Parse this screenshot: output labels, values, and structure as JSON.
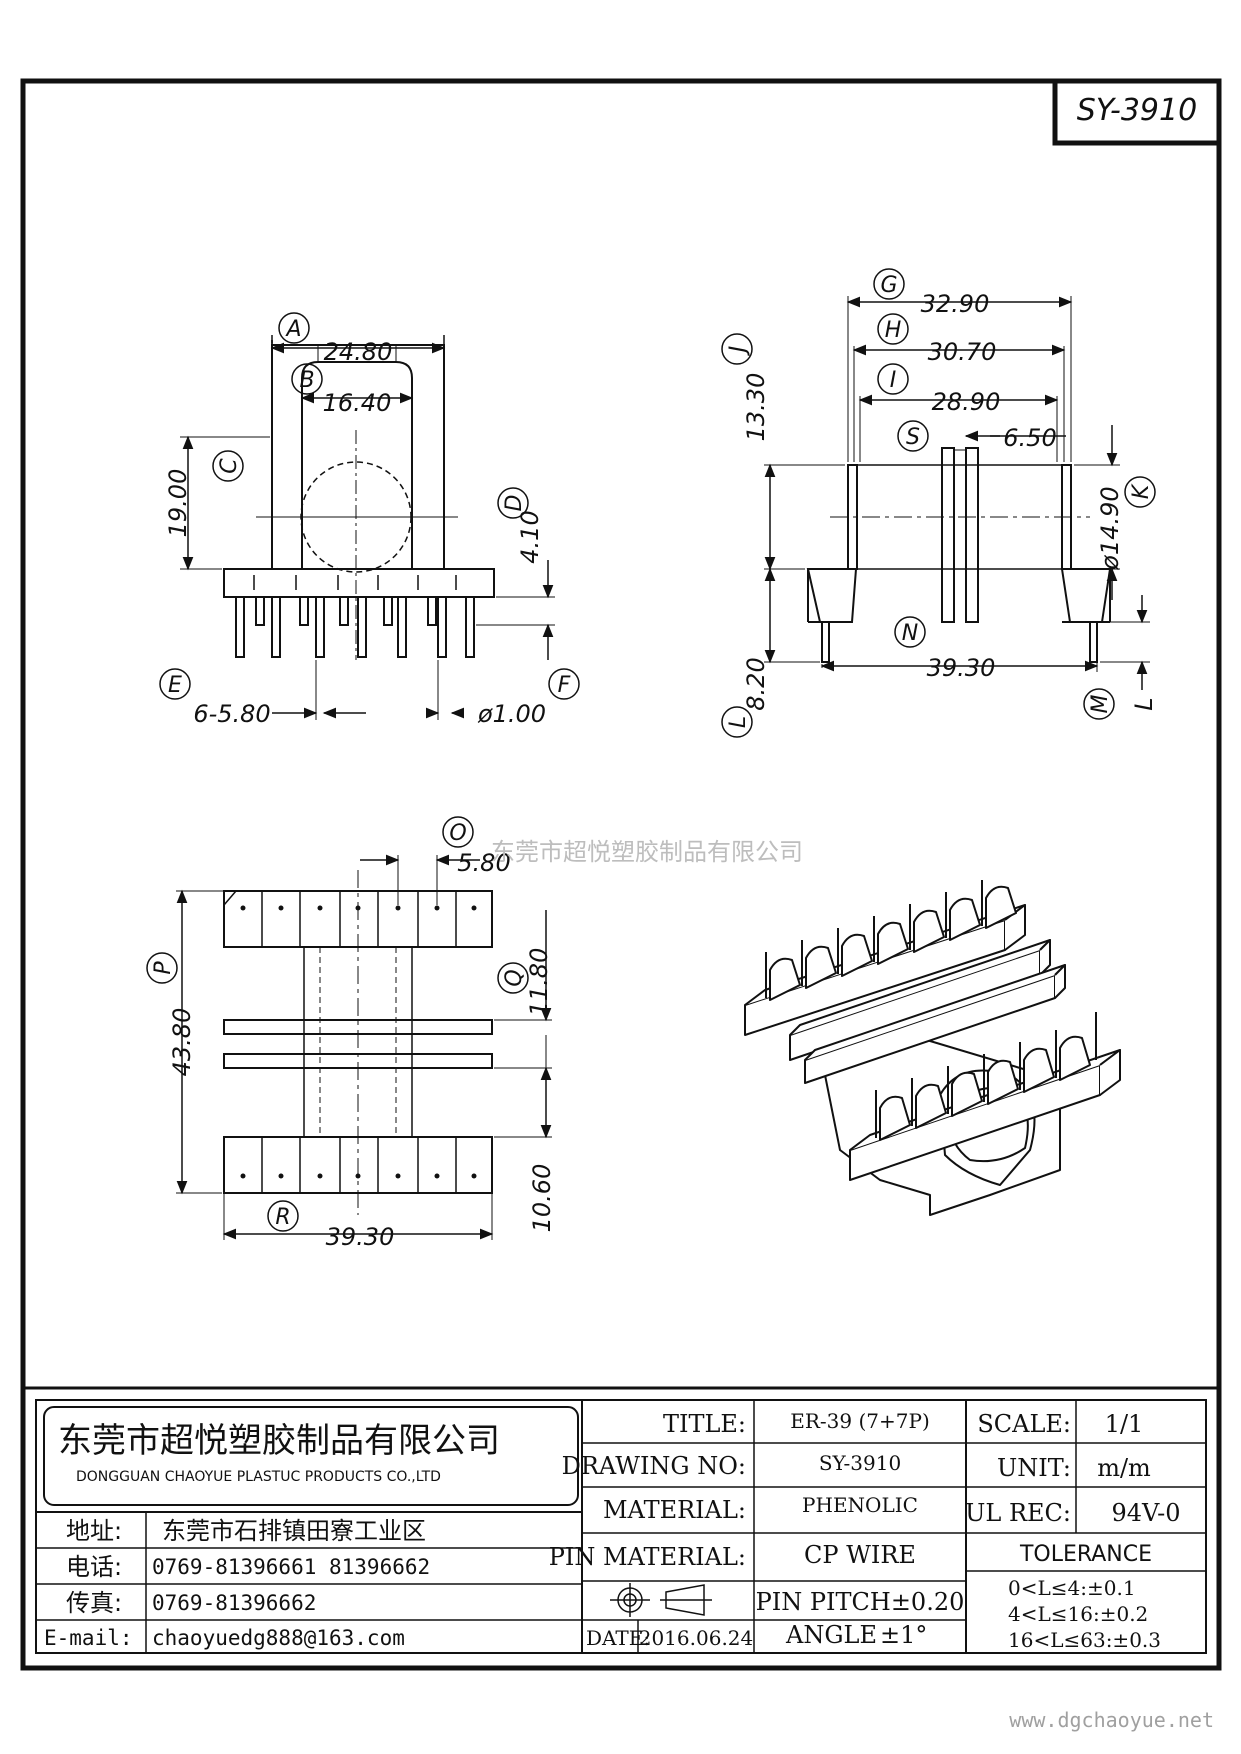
{
  "part_number": "SY-3910",
  "watermark": "东莞市超悦塑胶制品有限公司",
  "website": "www.dgchaoyue.net",
  "front_view": {
    "labels": {
      "a": "A",
      "b": "B",
      "c": "C",
      "d": "D",
      "e": "E",
      "f": "F"
    },
    "dims": {
      "a": "24.80",
      "b": "16.40",
      "c": "19.00",
      "d": "4.10",
      "e": "6-5.80",
      "f": "ø1.00"
    }
  },
  "side_view": {
    "labels": {
      "g": "G",
      "h": "H",
      "i": "I",
      "j": "J",
      "k": "K",
      "l": "L",
      "m": "M",
      "n": "N",
      "s": "S",
      "len": "L"
    },
    "dims": {
      "g": "32.90",
      "h": "30.70",
      "i": "28.90",
      "j": "13.30",
      "k": "ø14.90",
      "l": "8.20",
      "n": "39.30",
      "s": "6.50"
    }
  },
  "top_view": {
    "labels": {
      "o": "O",
      "p": "P",
      "q": "Q",
      "r": "R"
    },
    "dims": {
      "o": "5.80",
      "p": "43.80",
      "q": "11.80",
      "r": "39.30",
      "bottom_right": "10.60"
    }
  },
  "title_block": {
    "company_cn": "东莞市超悦塑胶制品有限公司",
    "company_en": "DONGGUAN CHAOYUE PLASTUC PRODUCTS CO.,LTD",
    "address_label": "地址:",
    "address": "东莞市石排镇田寮工业区",
    "phone_label": "电话:",
    "phone": "0769-81396661  81396662",
    "fax_label": "传真:",
    "fax": "0769-81396662",
    "email_label": "E-mail:",
    "email": "chaoyuedg888@163.com",
    "title_label": "TITLE:",
    "title_value": "ER-39 (7+7P)",
    "drawing_no_label": "DRAWING NO:",
    "drawing_no_value": "SY-3910",
    "material_label": "MATERIAL:",
    "material_value": "PHENOLIC",
    "pin_material_label": "PIN MATERIAL:",
    "pin_material_value": "CP WIRE",
    "pin_pitch": "PIN PITCH±0.20",
    "angle_label": "ANGLE",
    "angle_value": "±1°",
    "date_label": "DATE:",
    "date_value": "2016.06.24",
    "scale_label": "SCALE:",
    "scale_value": "1/1",
    "unit_label": "UNIT:",
    "unit_value": "m/m",
    "ul_rec_label": "UL REC:",
    "ul_rec_value": "94V-0",
    "tolerance_label": "TOLERANCE",
    "tolerance_rows": [
      "0<L≤4:±0.1",
      "4<L≤16:±0.2",
      "16<L≤63:±0.3"
    ]
  }
}
